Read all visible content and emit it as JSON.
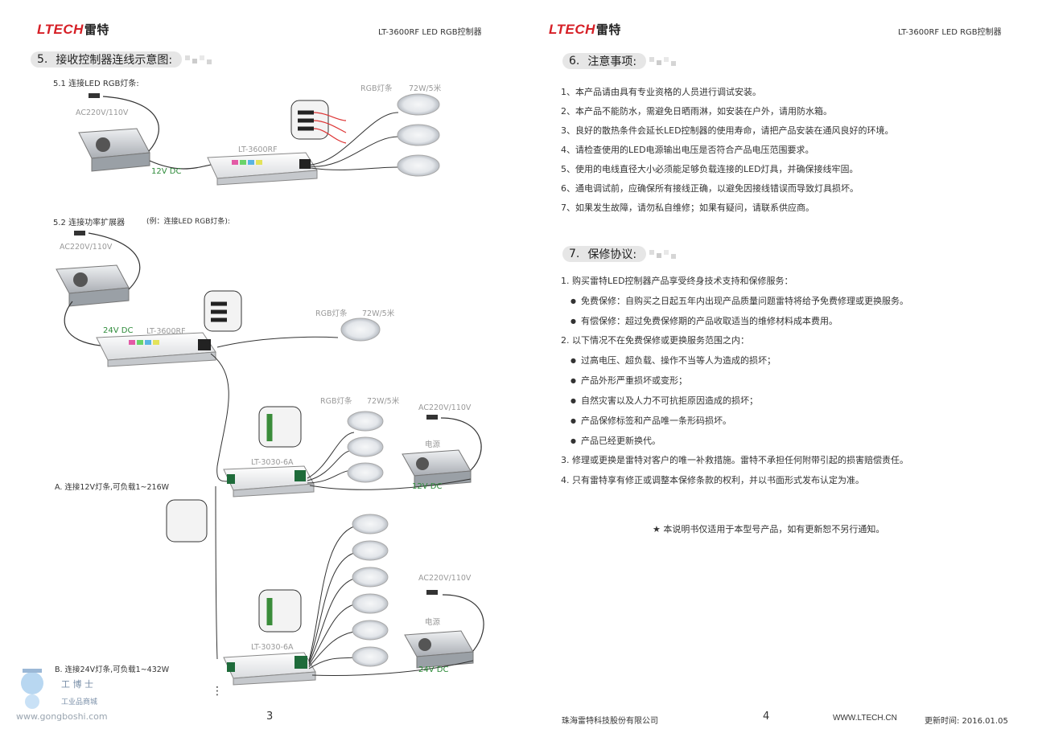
{
  "header": {
    "brand": "LTECH",
    "brand_cn": "雷特",
    "doc_title": "LT-3600RF LED RGB控制器"
  },
  "left": {
    "section": {
      "num": "5.",
      "title": "接收控制器连线示意图:"
    },
    "sub1": "5.1 连接LED  RGB灯条:",
    "sub2": "5.2 连接功率扩展器",
    "sub2_note": "(例：连接LED  RGB灯条):",
    "labels": {
      "ac1": "AC220V/110V",
      "dc12_1": "12V  DC",
      "ctrl1": "LT-3600RF",
      "strip1": "RGB灯条",
      "power1": "72W/5米",
      "ac2": "AC220V/110V",
      "dc24_1": "24V  DC",
      "ctrl2": "LT-3600RF",
      "strip2": "RGB灯条",
      "power2": "72W/5米",
      "strip3": "RGB灯条",
      "power3": "72W/5米",
      "ac3": "AC220V/110V",
      "psu3": "电源",
      "amp1": "LT-3030-6A",
      "dc12_2": "12V DC",
      "caseA": "A.  连接12V灯条,可负载1~216W",
      "ac4": "AC220V/110V",
      "psu4": "电源",
      "amp2": "LT-3030-6A",
      "dc24_2": "24V  DC",
      "caseB": "B.  连接24V灯条,可负载1~432W",
      "ellipsis": "⋮"
    },
    "watermark": {
      "cn1": "工 博 士",
      "cn2": "工业品商城",
      "url": "www.gongboshi.com"
    },
    "page_num": "3"
  },
  "right": {
    "section6": {
      "num": "6.",
      "title": "注意事项:"
    },
    "notes": [
      "1、本产品请由具有专业资格的人员进行调试安装。",
      "2、本产品不能防水，需避免日晒雨淋，如安装在户外，请用防水箱。",
      "3、良好的散热条件会延长LED控制器的使用寿命，请把产品安装在通风良好的环境。",
      "4、请检查使用的LED电源输出电压是否符合产品电压范围要求。",
      "5、使用的电线直径大小必须能足够负载连接的LED灯具，并确保接线牢固。",
      "6、通电调试前，应确保所有接线正确，以避免因接线错误而导致灯具损坏。",
      "7、如果发生故障，请勿私自维修；如果有疑问，请联系供应商。"
    ],
    "section7": {
      "num": "7.",
      "title": "保修协议:"
    },
    "warranty": [
      {
        "text": "1. 购买雷特LED控制器产品享受终身技术支持和保修服务：",
        "bullet": false
      },
      {
        "text": "免费保修：自购买之日起五年内出现产品质量问题雷特将给予免费修理或更换服务。",
        "bullet": true
      },
      {
        "text": "有偿保修：超过免费保修期的产品收取适当的维修材料成本费用。",
        "bullet": true
      },
      {
        "text": "2. 以下情况不在免费保修或更换服务范围之内：",
        "bullet": false
      },
      {
        "text": "过高电压、超负载、操作不当等人为造成的损坏；",
        "bullet": true
      },
      {
        "text": "产品外形严重损坏或变形；",
        "bullet": true
      },
      {
        "text": "自然灾害以及人力不可抗拒原因造成的损坏；",
        "bullet": true
      },
      {
        "text": "产品保修标签和产品唯一条形码损坏。",
        "bullet": true
      },
      {
        "text": "产品已经更新换代。",
        "bullet": true
      },
      {
        "text": "3. 修理或更换是雷特对客户的唯一补救措施。雷特不承担任何附带引起的损害赔偿责任。",
        "bullet": false
      },
      {
        "text": "4. 只有雷特享有修正或调整本保修条款的权利，并以书面形式发布认定为准。",
        "bullet": false
      }
    ],
    "notice": "★ 本说明书仅适用于本型号产品，如有更新恕不另行通知。",
    "company": "珠海雷特科技股份有限公司",
    "page_num": "4",
    "website": "WWW.LTECH.CN",
    "updated": "更新时间: 2016.01.05"
  },
  "colors": {
    "brand_red": "#d61f26",
    "dc_green": "#2e8b3a",
    "pill_grey": "#e6e6e6"
  }
}
